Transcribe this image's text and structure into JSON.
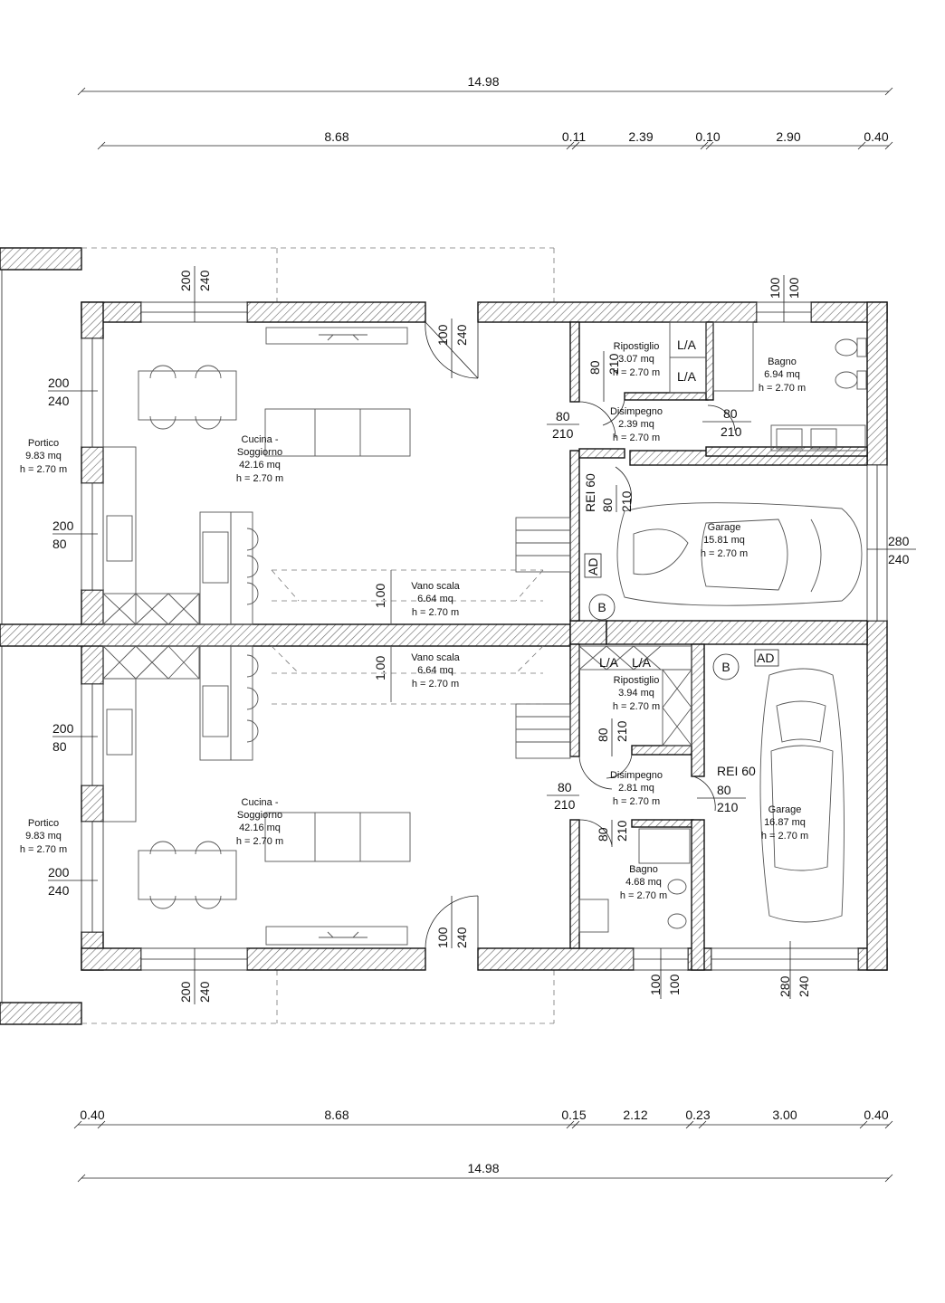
{
  "dimensions": {
    "top_total": "14.98",
    "top_segments": [
      "8.68",
      "0.11",
      "2.39",
      "0.10",
      "2.90",
      "0.40"
    ],
    "bottom_segments": [
      "0.40",
      "8.68",
      "0.15",
      "2.12",
      "0.23",
      "3.00",
      "0.40"
    ],
    "bottom_total": "14.98"
  },
  "rooms": {
    "portico_upper": {
      "name": "Portico",
      "area": "9.83 mq",
      "height": "h = 2.70 m"
    },
    "cucina_upper": {
      "name1": "Cucina -",
      "name2": "Soggiorno",
      "area": "42.16 mq",
      "height": "h = 2.70 m"
    },
    "vano_upper": {
      "name": "Vano scala",
      "area": "6.64 mq",
      "height": "h = 2.70 m"
    },
    "ripostiglio_upper": {
      "name": "Ripostiglio",
      "area": "3.07 mq",
      "height": "h = 2.70 m"
    },
    "disimpegno_upper": {
      "name": "Disimpegno",
      "area": "2.39 mq",
      "height": "h = 2.70 m"
    },
    "bagno_upper": {
      "name": "Bagno",
      "area": "6.94 mq",
      "height": "h = 2.70 m"
    },
    "garage_upper": {
      "name": "Garage",
      "area": "15.81 mq",
      "height": "h = 2.70 m"
    },
    "portico_lower": {
      "name": "Portico",
      "area": "9.83 mq",
      "height": "h = 2.70 m"
    },
    "cucina_lower": {
      "name1": "Cucina -",
      "name2": "Soggiorno",
      "area": "42.16 mq",
      "height": "h = 2.70 m"
    },
    "vano_lower": {
      "name": "Vano scala",
      "area": "6.64 mq",
      "height": "h = 2.70 m"
    },
    "ripostiglio_lower": {
      "name": "Ripostiglio",
      "area": "3.94 mq",
      "height": "h = 2.70 m"
    },
    "disimpegno_lower": {
      "name": "Disimpegno",
      "area": "2.81 mq",
      "height": "h = 2.70 m"
    },
    "bagno_lower": {
      "name": "Bagno",
      "area": "4.68 mq",
      "height": "h = 2.70 m"
    },
    "garage_lower": {
      "name": "Garage",
      "area": "16.87 mq",
      "height": "h = 2.70 m"
    }
  },
  "openings": {
    "n200": "200",
    "n240": "240",
    "n100": "100",
    "n80": "80",
    "n210": "210",
    "n280": "280",
    "n1_00": "1.00"
  },
  "tags": {
    "la": "L/A",
    "rei": "REI 60",
    "ad": "AD",
    "b": "B"
  }
}
